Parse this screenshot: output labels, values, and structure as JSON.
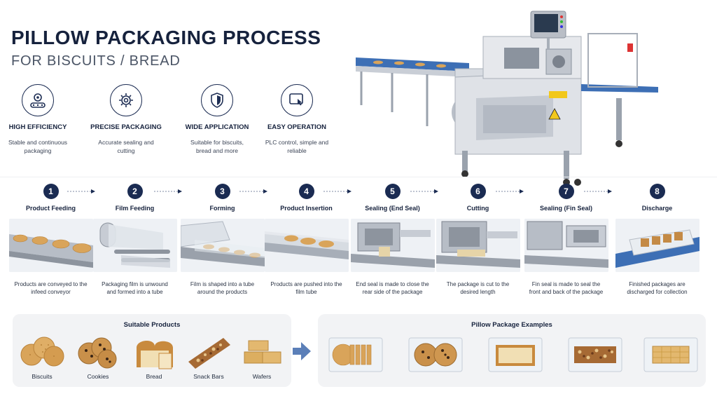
{
  "header": {
    "title": "PILLOW PACKAGING PROCESS",
    "subtitle": "FOR BISCUITS / BREAD"
  },
  "features": [
    {
      "title": "HIGH EFFICIENCY",
      "desc": "Stable and continuous packaging",
      "icon": "conveyor-gear-icon"
    },
    {
      "title": "PRECISE PACKAGING",
      "desc": "Accurate sealing and cutting",
      "icon": "gear-icon"
    },
    {
      "title": "WIDE APPLICATION",
      "desc": "Suitable for biscuits, bread and more",
      "icon": "shield-icon"
    },
    {
      "title": "EASY OPERATION",
      "desc": "PLC control, simple and reliable",
      "icon": "touchscreen-icon"
    }
  ],
  "steps": [
    {
      "num": "1",
      "title": "Product Feeding",
      "desc": "Products are conveyed to the infeed conveyor"
    },
    {
      "num": "2",
      "title": "Film Feeding",
      "desc": "Packaging film is unwound and formed into a tube"
    },
    {
      "num": "3",
      "title": "Forming",
      "desc": "Film is shaped into a tube around the products"
    },
    {
      "num": "4",
      "title": "Product Insertion",
      "desc": "Products are pushed into the film tube"
    },
    {
      "num": "5",
      "title": "Sealing (End Seal)",
      "desc": "End seal is made to close the rear side of the package"
    },
    {
      "num": "6",
      "title": "Cutting",
      "desc": "The package is cut to the desired length"
    },
    {
      "num": "7",
      "title": "Sealing (Fin Seal)",
      "desc": "Fin seal is made to seal the front and back of the package"
    },
    {
      "num": "8",
      "title": "Discharge",
      "desc": "Finished packages are discharged for collection"
    }
  ],
  "suitable": {
    "title": "Suitable Products",
    "items": [
      {
        "label": "Biscuits"
      },
      {
        "label": "Cookies"
      },
      {
        "label": "Bread"
      },
      {
        "label": "Snack Bars"
      },
      {
        "label": "Wafers"
      }
    ]
  },
  "examples": {
    "title": "Pillow Package Examples"
  },
  "colors": {
    "navy": "#1a2b52",
    "steel": "#c9ced6",
    "conveyor_blue": "#3d6fb5",
    "biscuit": "#d9a45a",
    "panel_bg": "#f2f3f5"
  }
}
